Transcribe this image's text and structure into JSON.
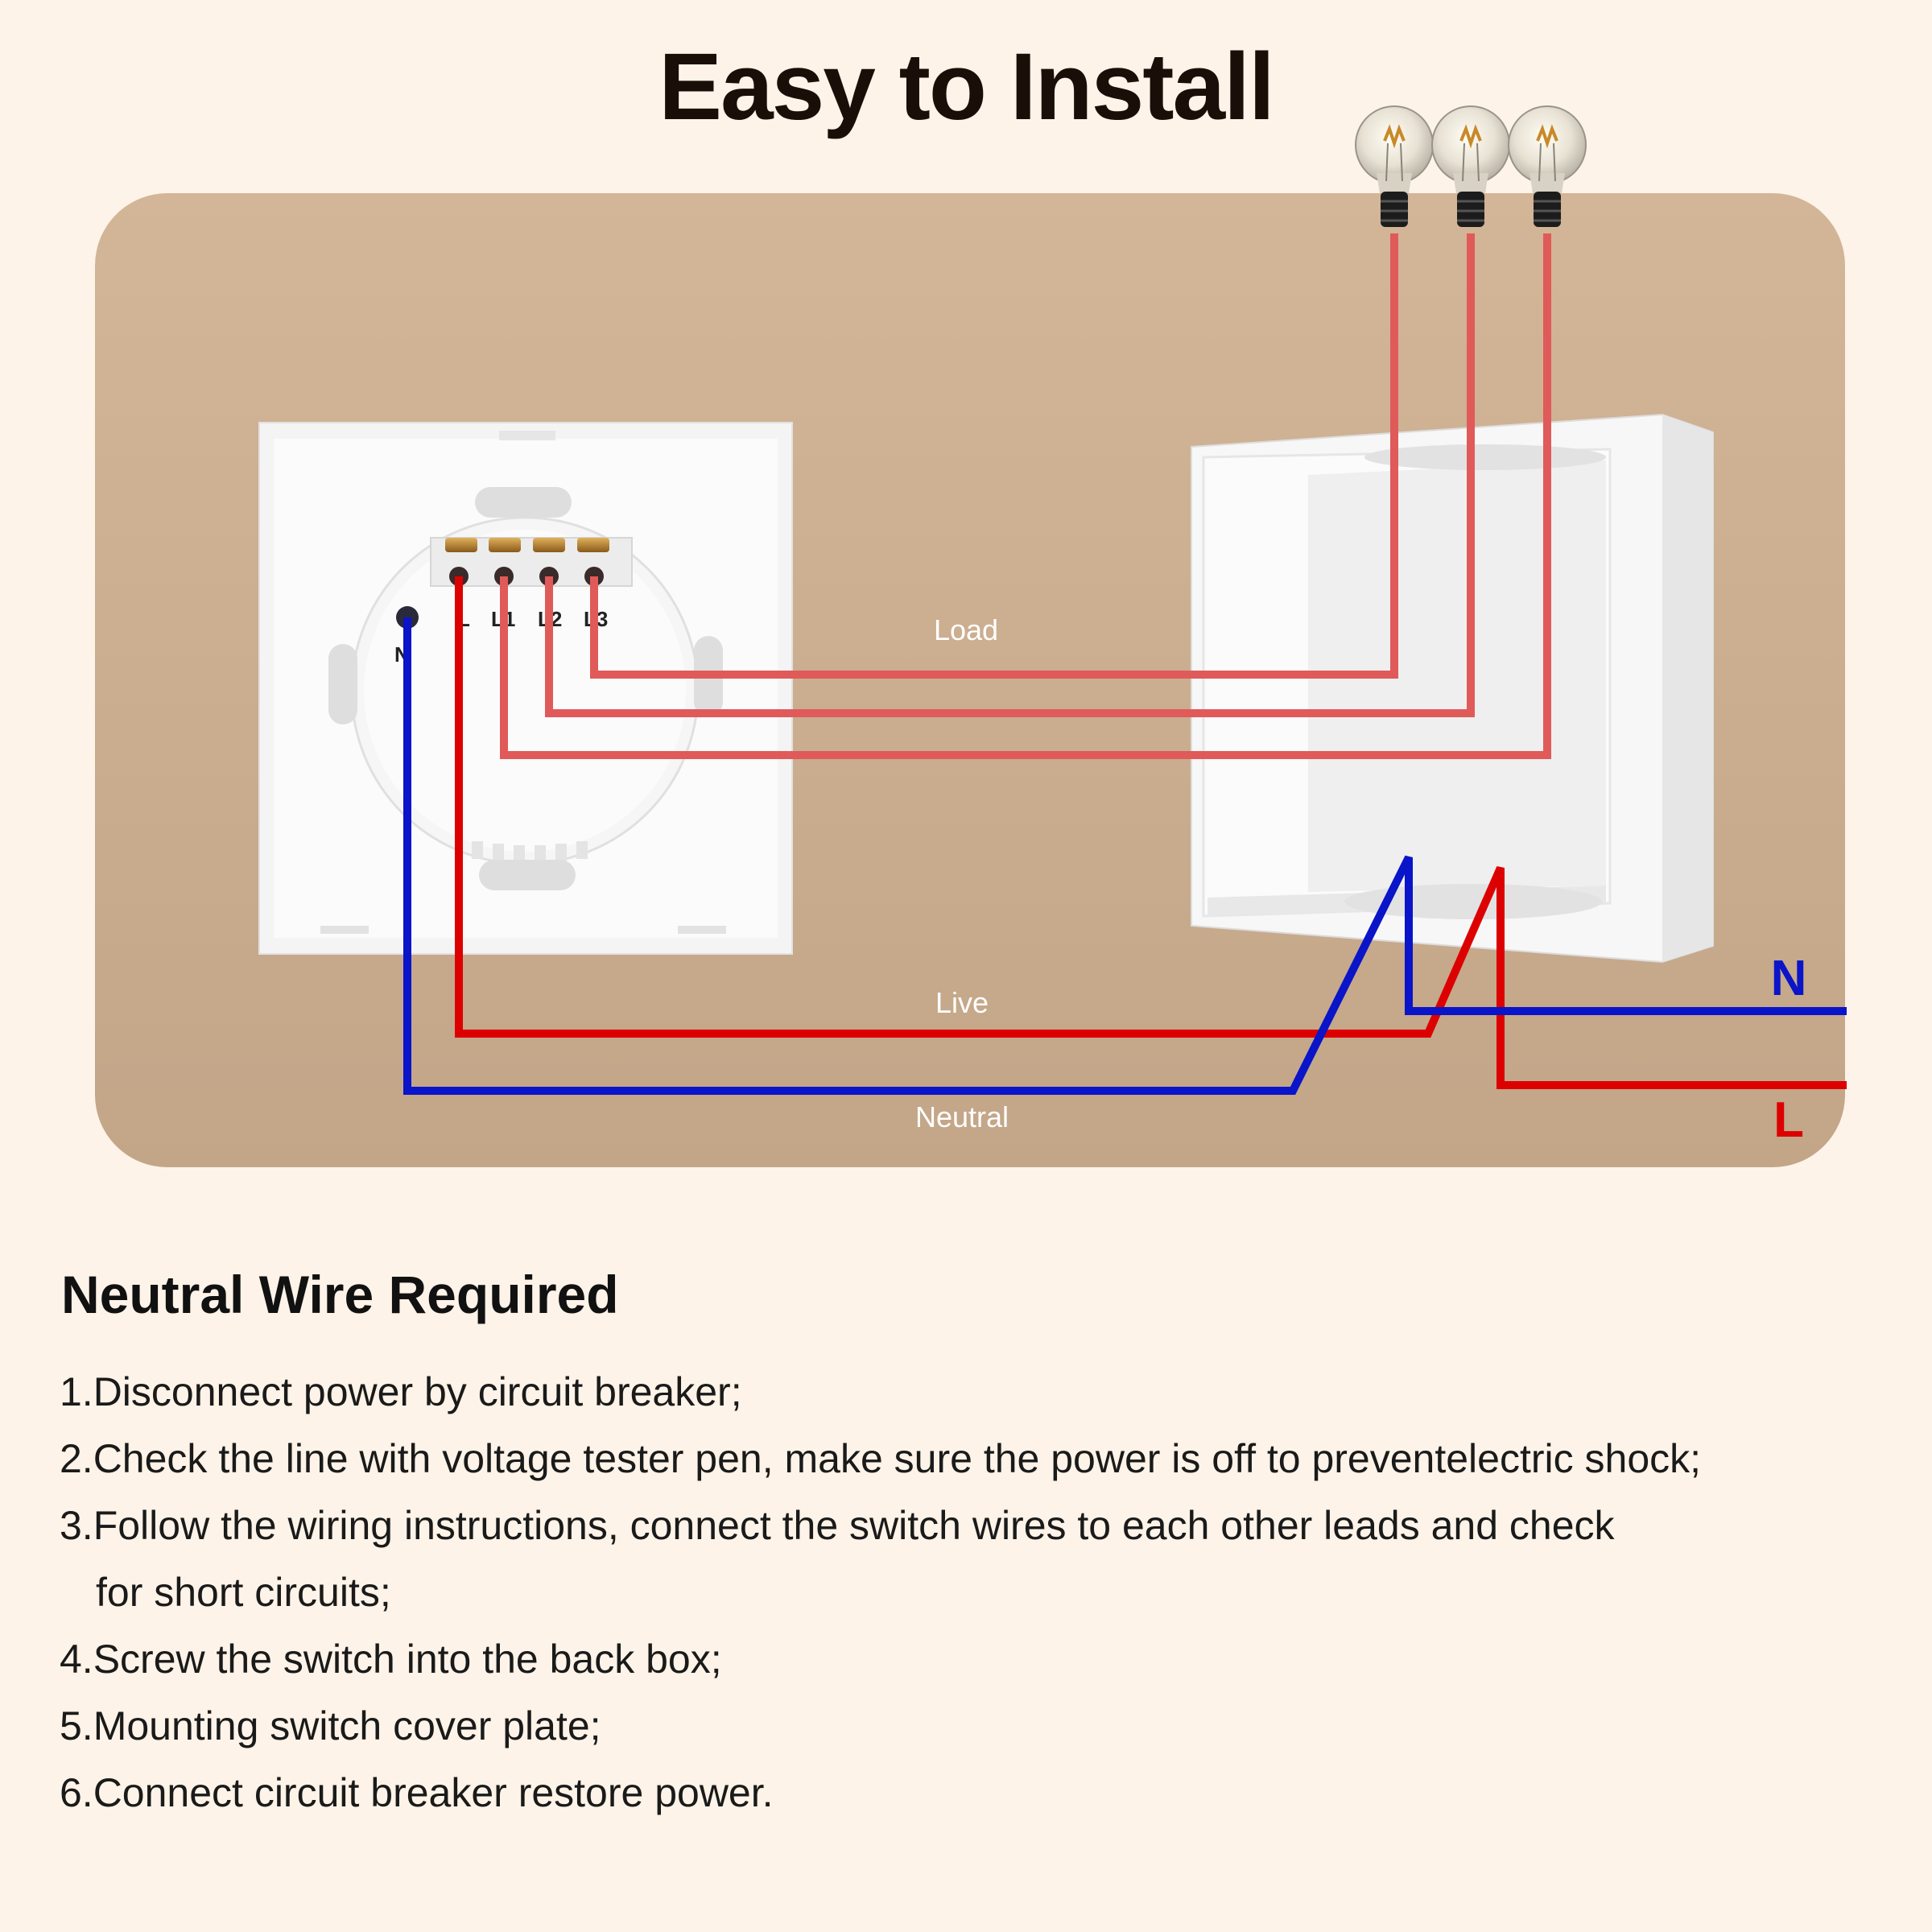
{
  "title": "Easy to Install",
  "diagram": {
    "terminal_labels": [
      "N",
      "L",
      "L1",
      "L2",
      "L3"
    ],
    "wire_labels": {
      "load": "Load",
      "live": "Live",
      "neutral": "Neutral"
    },
    "supply_labels": {
      "neutral": "N",
      "live": "L"
    },
    "colors": {
      "live": "#dd0000",
      "neutral": "#0a14c8",
      "load": "#e05a5a",
      "panel": "#c9ab8c",
      "background": "#fdf3e8",
      "label_n": "#0a14c8",
      "label_l": "#dd0000"
    },
    "bulb_count": 3
  },
  "instructions": {
    "heading": "Neutral Wire Required",
    "steps": [
      "1.Disconnect power by circuit breaker;",
      "2.Check the line with voltage tester pen, make sure the power is off to preventelectric shock;",
      "3.Follow the wiring instructions, connect the switch wires to each other leads and check",
      "for short circuits;",
      "4.Screw the switch into the back box;",
      "5.Mounting switch cover plate;",
      "6.Connect circuit breaker restore power."
    ]
  }
}
